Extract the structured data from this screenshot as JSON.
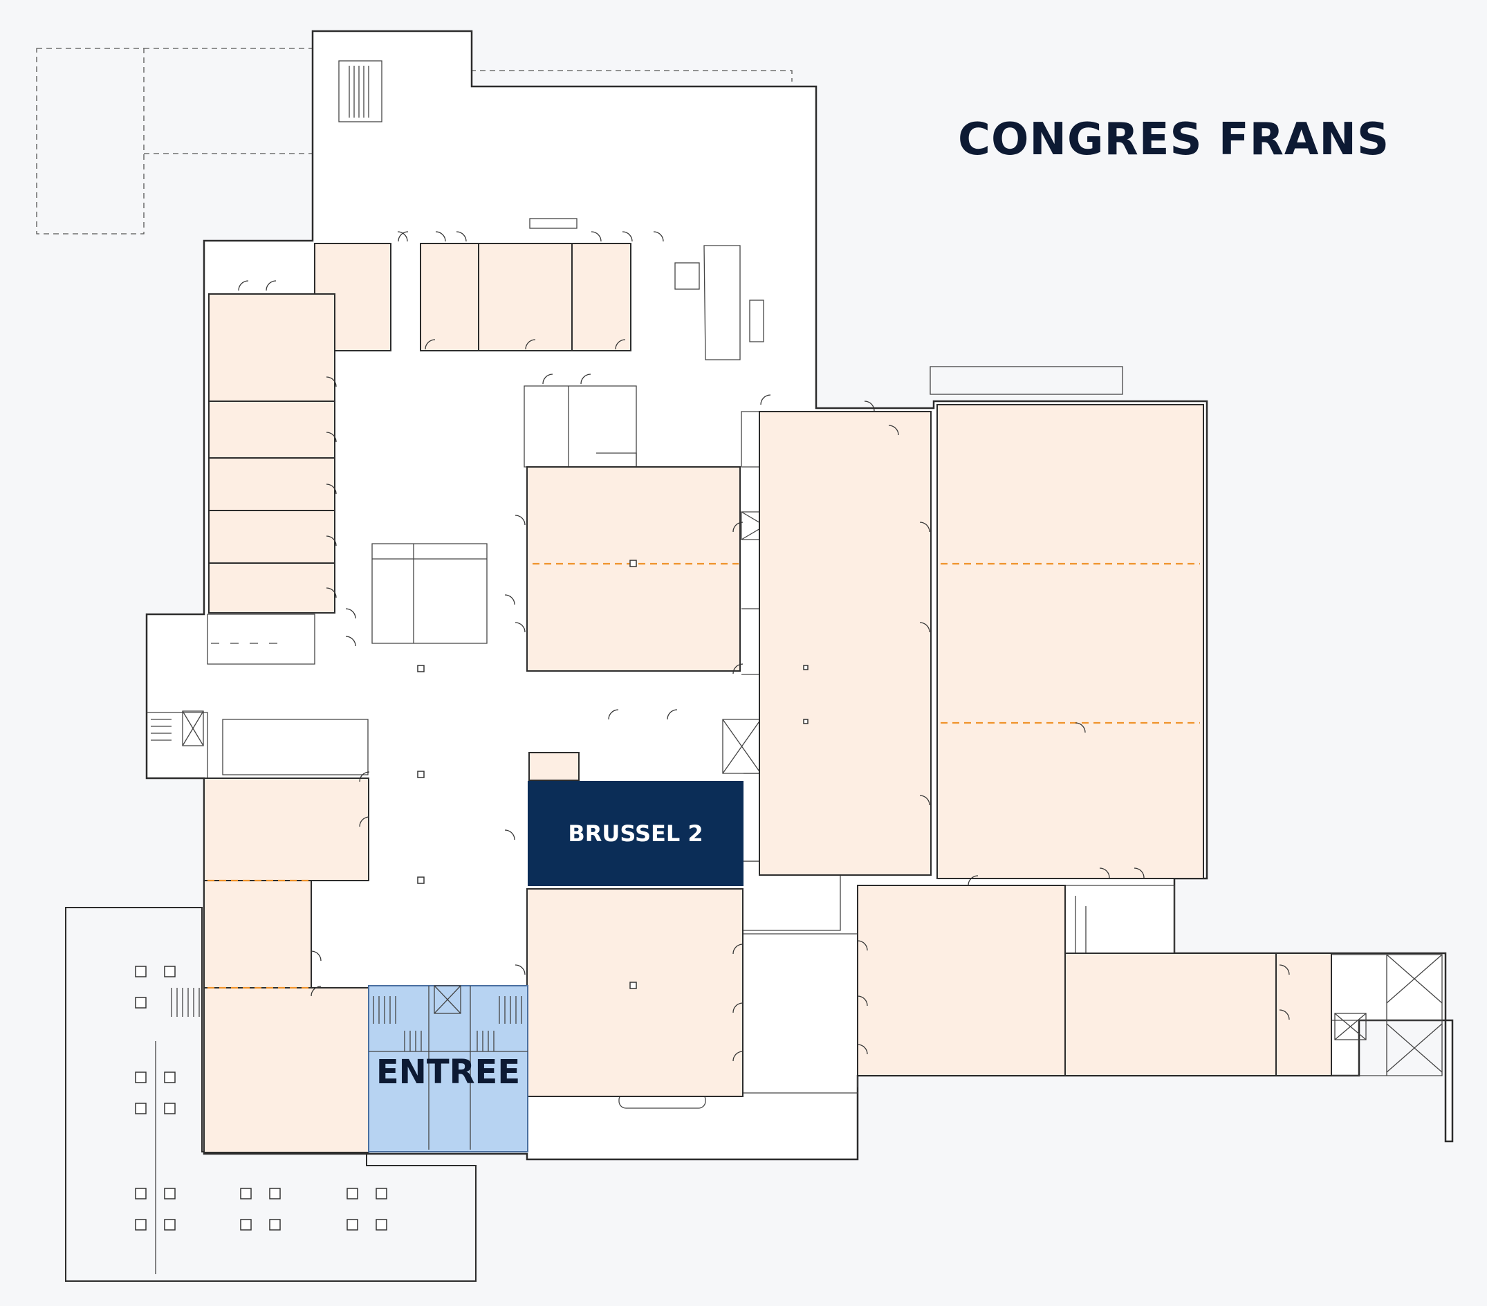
{
  "title": "CONGRES FRANS",
  "rooms": {
    "highlighted": {
      "label": "BRUSSEL 2",
      "color": "#0b2d57"
    },
    "entrance": {
      "label": "ENTREE",
      "color": "#b7d3f2"
    }
  },
  "colors": {
    "background": "#f6f7f9",
    "meeting_room_fill": "#fdeee3",
    "divider_line": "#f0932b",
    "title_text": "#0d1a33"
  }
}
